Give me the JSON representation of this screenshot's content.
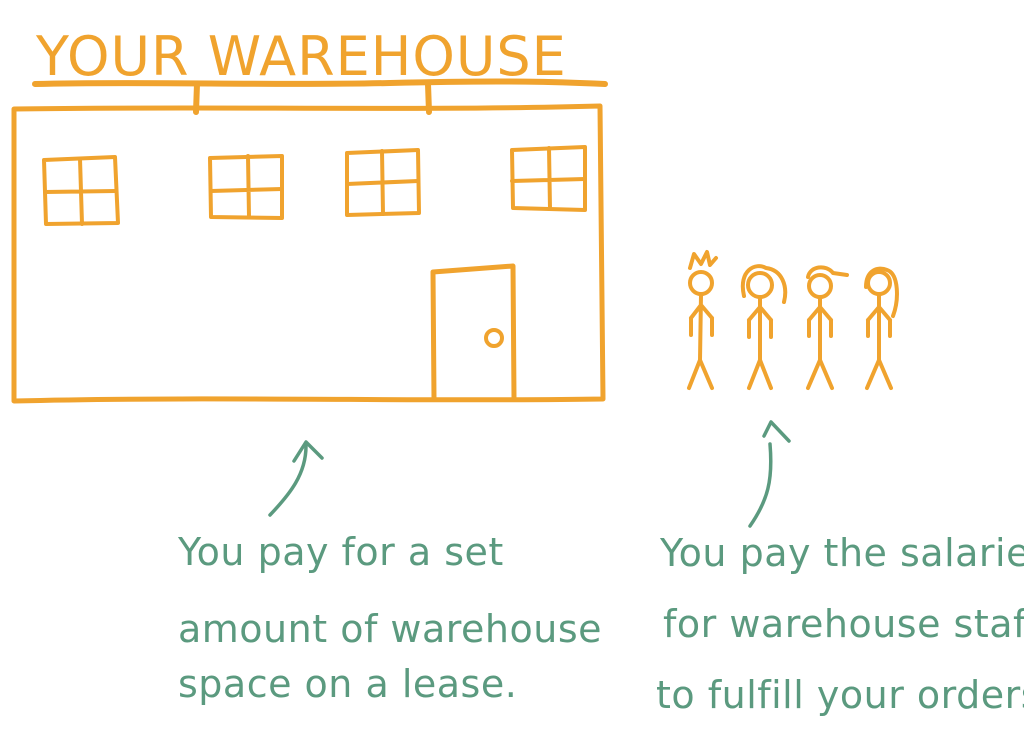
{
  "colors": {
    "building": "#f0a32e",
    "annotation": "#5b9a7f",
    "background": "#ffffff"
  },
  "building_sign": {
    "title": "YOUR WAREHOUSE"
  },
  "icons": {
    "building": "warehouse-building-icon",
    "window": "window-icon",
    "door": "door-icon",
    "staff": "stick-figure-icon",
    "arrow": "curved-arrow-icon"
  },
  "staff": {
    "count": 4
  },
  "annotations": {
    "left": {
      "lines": [
        "You pay for a set",
        "amount of warehouse",
        "space on a lease."
      ]
    },
    "right": {
      "lines": [
        "You pay the salaries",
        "for warehouse staff",
        "to fulfill your orders."
      ]
    }
  }
}
